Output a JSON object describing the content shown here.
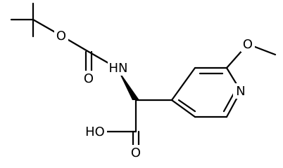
{
  "structure": {
    "atoms": {
      "o_ester": "O",
      "o_carbonyl_top": "O",
      "nh": "HN",
      "o_methoxy": "O",
      "n_ring": "N",
      "oh": "HO",
      "o_carbonyl_bottom": "O"
    }
  }
}
